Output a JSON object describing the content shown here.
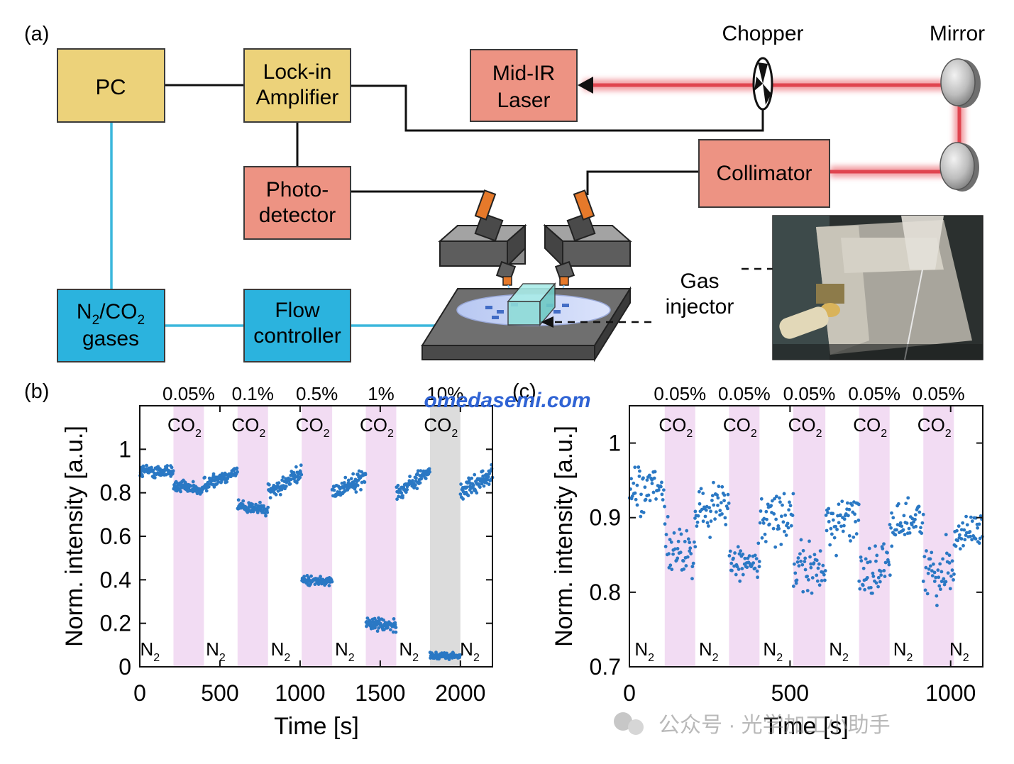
{
  "panel_a": {
    "label": "(a)",
    "boxes": {
      "pc": "PC",
      "lockin": [
        "Lock-in",
        "Amplifier"
      ],
      "laser": [
        "Mid-IR",
        "Laser"
      ],
      "photodetector": [
        "Photo-",
        "detector"
      ],
      "collimator": "Collimator",
      "gases": [
        "N",
        "2",
        "/CO",
        "2",
        "gases"
      ],
      "flow": [
        "Flow",
        "controller"
      ]
    },
    "labels": {
      "chopper": "Chopper",
      "mirror": "Mirror",
      "gas_injector": [
        "Gas",
        "injector"
      ]
    },
    "colors": {
      "yellow_box": "#ecd27a",
      "red_box": "#ed9383",
      "blue_box": "#2bb3de",
      "beam": "#e0454f",
      "gas_line": "#3bb7dc"
    }
  },
  "watermarks": {
    "site": "omedasemi.com",
    "wechat": "公众号 · 光学加工小助手"
  },
  "chart_data": [
    {
      "panel_label": "(b)",
      "type": "scatter",
      "xlabel": "Time [s]",
      "ylabel": "Norm. intensity [a.u.]",
      "xlim": [
        0,
        2200
      ],
      "ylim": [
        0,
        1.2
      ],
      "xticks": [
        0,
        500,
        1000,
        1500,
        2000
      ],
      "yticks": [
        0,
        0.2,
        0.4,
        0.6,
        0.8,
        1
      ],
      "ytick_labels": [
        "0",
        "0.2",
        "0.4",
        "0.6",
        "0.8",
        "1"
      ],
      "series_color": "#2a78c4",
      "co2_windows": [
        {
          "start": 210,
          "end": 400,
          "label": "0.05%",
          "gas": [
            "CO",
            "2"
          ],
          "color": "#f2dcf3"
        },
        {
          "start": 610,
          "end": 800,
          "label": "0.1%",
          "gas": [
            "CO",
            "2"
          ],
          "color": "#f2dcf3"
        },
        {
          "start": 1010,
          "end": 1200,
          "label": "0.5%",
          "gas": [
            "CO",
            "2"
          ],
          "color": "#f2dcf3"
        },
        {
          "start": 1410,
          "end": 1600,
          "label": "1%",
          "gas": [
            "CO",
            "2"
          ],
          "color": "#f2dcf3"
        },
        {
          "start": 1810,
          "end": 2000,
          "label": "10%",
          "gas": [
            "CO",
            "2"
          ],
          "color": "#dcdcdc"
        }
      ],
      "n2_label": [
        "N",
        "2"
      ],
      "n2_label_x": [
        90,
        500,
        905,
        1305,
        1705,
        2085
      ],
      "segments": [
        {
          "x0": 0,
          "x1": 210,
          "start": 0.9,
          "end": 0.9,
          "noise": 0.022
        },
        {
          "x0": 210,
          "x1": 400,
          "start": 0.83,
          "end": 0.81,
          "noise": 0.02
        },
        {
          "x0": 400,
          "x1": 610,
          "start": 0.84,
          "end": 0.9,
          "noise": 0.022
        },
        {
          "x0": 610,
          "x1": 800,
          "start": 0.74,
          "end": 0.72,
          "noise": 0.02
        },
        {
          "x0": 800,
          "x1": 1010,
          "start": 0.8,
          "end": 0.89,
          "noise": 0.025
        },
        {
          "x0": 1010,
          "x1": 1200,
          "start": 0.4,
          "end": 0.39,
          "noise": 0.015
        },
        {
          "x0": 1200,
          "x1": 1410,
          "start": 0.8,
          "end": 0.88,
          "noise": 0.025
        },
        {
          "x0": 1410,
          "x1": 1600,
          "start": 0.2,
          "end": 0.19,
          "noise": 0.022
        },
        {
          "x0": 1600,
          "x1": 1810,
          "start": 0.8,
          "end": 0.9,
          "noise": 0.025
        },
        {
          "x0": 1810,
          "x1": 2000,
          "start": 0.05,
          "end": 0.05,
          "noise": 0.01
        },
        {
          "x0": 2000,
          "x1": 2200,
          "start": 0.8,
          "end": 0.89,
          "noise": 0.025
        }
      ]
    },
    {
      "panel_label": "(c)",
      "type": "scatter",
      "xlabel": "Time [s]",
      "ylabel": "Norm. intensity [a.u.]",
      "xlim": [
        0,
        1100
      ],
      "ylim": [
        0.7,
        1.05
      ],
      "xticks": [
        0,
        500,
        1000
      ],
      "yticks": [
        0.7,
        0.8,
        0.9,
        1
      ],
      "ytick_labels": [
        "0.7",
        "0.8",
        "0.9",
        "1"
      ],
      "series_color": "#2a78c4",
      "co2_windows": [
        {
          "start": 110,
          "end": 205,
          "label": "0.05%",
          "gas": [
            "CO",
            "2"
          ],
          "color": "#f2dcf3"
        },
        {
          "start": 310,
          "end": 405,
          "label": "0.05%",
          "gas": [
            "CO",
            "2"
          ],
          "color": "#f2dcf3"
        },
        {
          "start": 510,
          "end": 610,
          "label": "0.05%",
          "gas": [
            "CO",
            "2"
          ],
          "color": "#f2dcf3"
        },
        {
          "start": 715,
          "end": 810,
          "label": "0.05%",
          "gas": [
            "CO",
            "2"
          ],
          "color": "#f2dcf3"
        },
        {
          "start": 915,
          "end": 1010,
          "label": "0.05%",
          "gas": [
            "CO",
            "2"
          ],
          "color": "#f2dcf3"
        }
      ],
      "n2_label": [
        "N",
        "2"
      ],
      "n2_label_x": [
        60,
        260,
        460,
        665,
        865,
        1040
      ],
      "segments": [
        {
          "x0": 0,
          "x1": 110,
          "start": 0.935,
          "end": 0.935,
          "noise": 0.025
        },
        {
          "x0": 110,
          "x1": 205,
          "start": 0.855,
          "end": 0.85,
          "noise": 0.03
        },
        {
          "x0": 205,
          "x1": 310,
          "start": 0.91,
          "end": 0.925,
          "noise": 0.02
        },
        {
          "x0": 310,
          "x1": 405,
          "start": 0.84,
          "end": 0.84,
          "noise": 0.02
        },
        {
          "x0": 405,
          "x1": 510,
          "start": 0.895,
          "end": 0.91,
          "noise": 0.022
        },
        {
          "x0": 510,
          "x1": 610,
          "start": 0.83,
          "end": 0.83,
          "noise": 0.025
        },
        {
          "x0": 610,
          "x1": 715,
          "start": 0.89,
          "end": 0.905,
          "noise": 0.022
        },
        {
          "x0": 715,
          "x1": 810,
          "start": 0.825,
          "end": 0.835,
          "noise": 0.025
        },
        {
          "x0": 810,
          "x1": 915,
          "start": 0.89,
          "end": 0.9,
          "noise": 0.018
        },
        {
          "x0": 915,
          "x1": 1010,
          "start": 0.825,
          "end": 0.835,
          "noise": 0.025
        },
        {
          "x0": 1010,
          "x1": 1100,
          "start": 0.875,
          "end": 0.885,
          "noise": 0.018
        }
      ]
    }
  ]
}
